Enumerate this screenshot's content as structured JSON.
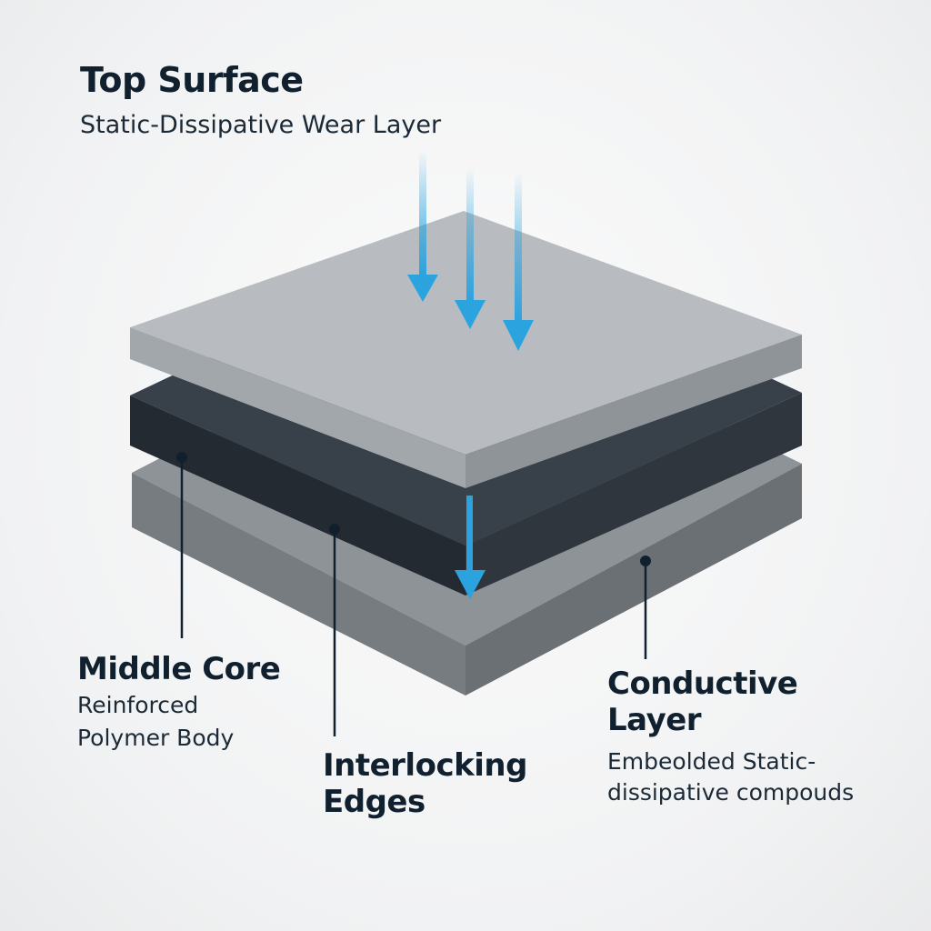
{
  "top_surface": {
    "title": "Top Surface",
    "subtitle": "Static-Dissipative Wear Layer"
  },
  "middle_core": {
    "title": "Middle Core",
    "subtitle_line1": "Reinforced",
    "subtitle_line2": "Polymer Body"
  },
  "interlocking_edges": {
    "title_line1": "Interlocking",
    "title_line2": "Edges"
  },
  "conductive_layer": {
    "title_line1": "Conductive",
    "title_line2": "Layer",
    "subtitle_line1": "Embeolded Static-",
    "subtitle_line2": "dissipative compouds"
  },
  "colors": {
    "arrow": "#2ba3df",
    "top_slab": "#b4b8bc",
    "middle_slab": "#2b333b",
    "bottom_slab": "#7d8287",
    "text": "#10202e"
  }
}
